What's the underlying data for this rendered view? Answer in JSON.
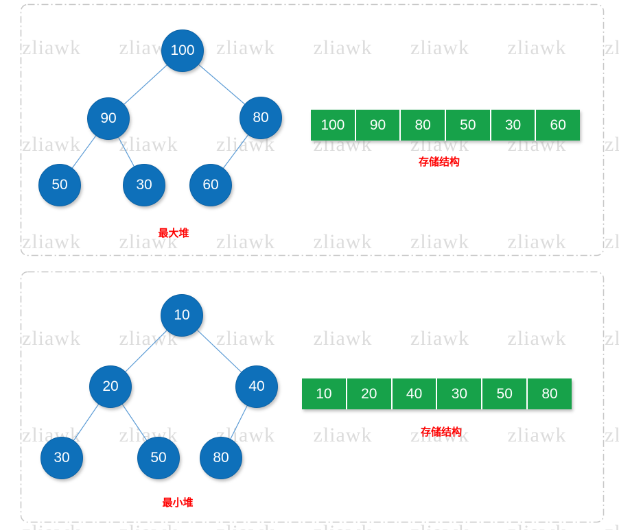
{
  "watermark": {
    "text": "zliawk"
  },
  "colors": {
    "node-blue": "#0e70ba",
    "node-border": "#0b61a4",
    "edge-blue": "#5b9bd5",
    "array-green": "#17a24a",
    "label-red": "#fe0000",
    "border-gray": "#c6c6c6",
    "watermark-gray": "#dcdcdc"
  },
  "panels": [
    {
      "title": "最大堆",
      "array_caption": "存储结构",
      "tree": {
        "nodes": [
          {
            "value": "100"
          },
          {
            "value": "90"
          },
          {
            "value": "80"
          },
          {
            "value": "50"
          },
          {
            "value": "30"
          },
          {
            "value": "60"
          }
        ],
        "edges": [
          [
            0,
            1
          ],
          [
            0,
            2
          ],
          [
            1,
            3
          ],
          [
            1,
            4
          ],
          [
            2,
            5
          ]
        ]
      },
      "array": {
        "values": [
          "100",
          "90",
          "80",
          "50",
          "30",
          "60"
        ]
      }
    },
    {
      "title": "最小堆",
      "array_caption": "存储结构",
      "tree": {
        "nodes": [
          {
            "value": "10"
          },
          {
            "value": "20"
          },
          {
            "value": "40"
          },
          {
            "value": "30"
          },
          {
            "value": "50"
          },
          {
            "value": "80"
          }
        ],
        "edges": [
          [
            0,
            1
          ],
          [
            0,
            2
          ],
          [
            1,
            3
          ],
          [
            1,
            4
          ],
          [
            2,
            5
          ]
        ]
      },
      "array": {
        "values": [
          "10",
          "20",
          "40",
          "30",
          "50",
          "80"
        ]
      }
    }
  ]
}
